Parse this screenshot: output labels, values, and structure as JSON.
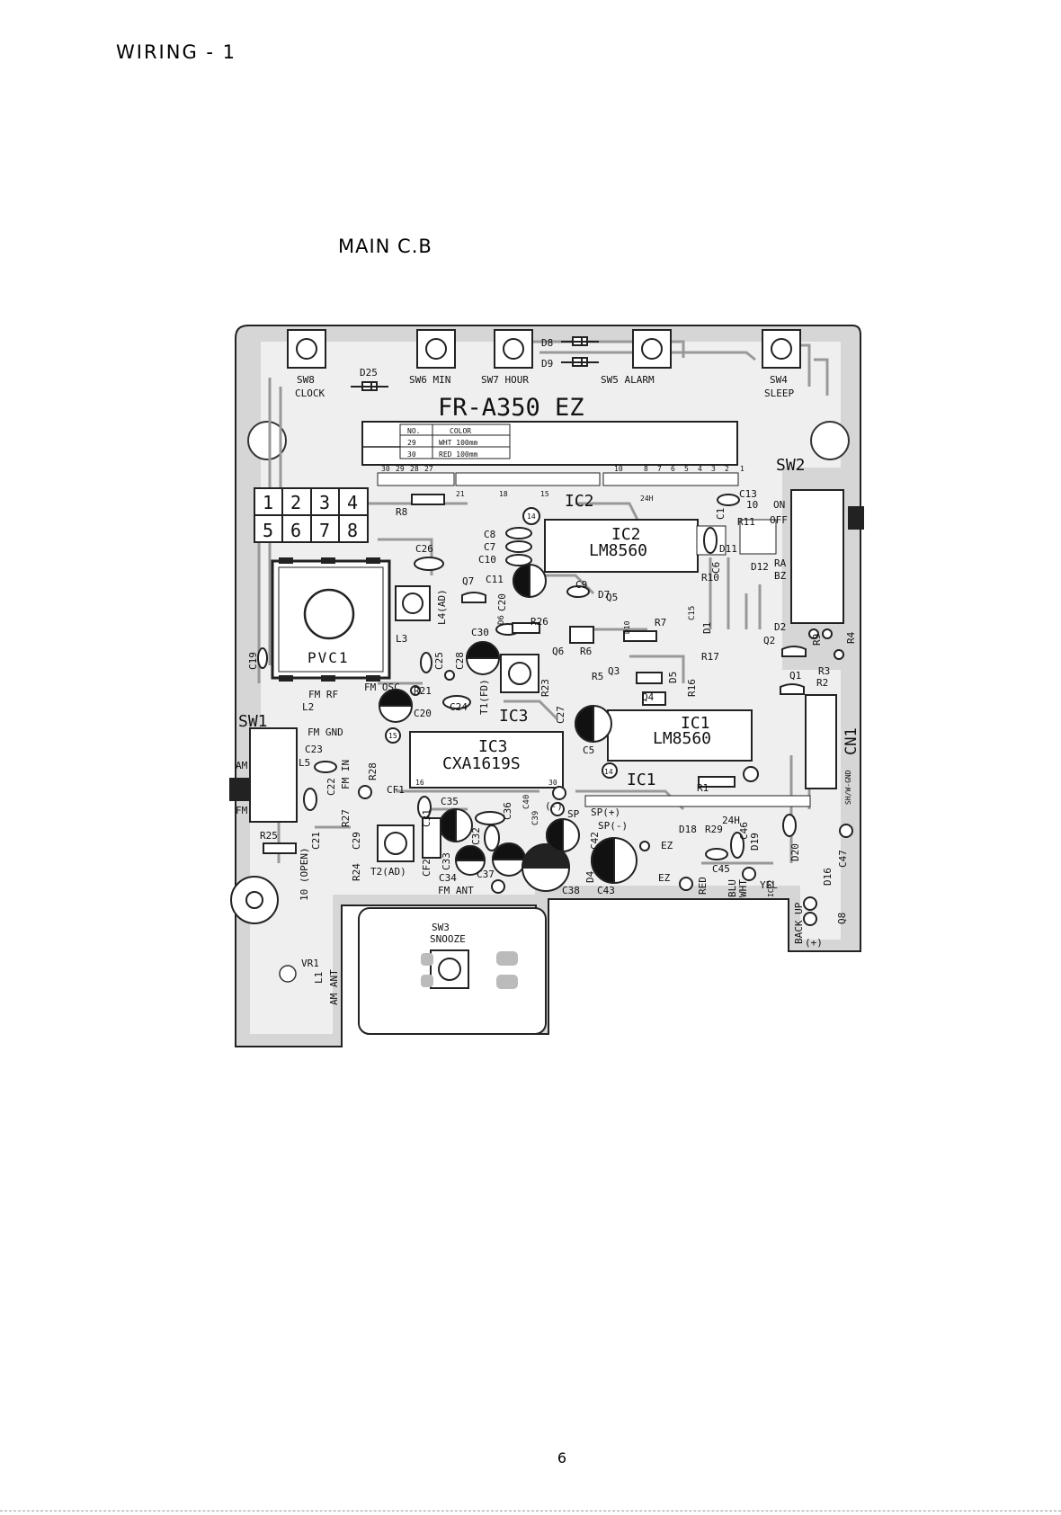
{
  "header": {
    "title": "WIRING - 1",
    "subtitle": "MAIN C.B"
  },
  "page_number": "6",
  "board": {
    "model": "FR-A350 EZ",
    "pvc_label": "PVC1",
    "table": {
      "head_no": "NO.",
      "head_color": "COLOR",
      "rows": [
        [
          "29",
          "WHT 100mm"
        ],
        [
          "30",
          "RED 100mm"
        ]
      ]
    },
    "header_pins": {
      "p30": "30",
      "p29": "29",
      "p28": "28",
      "p27": "27",
      "p21": "21",
      "p18": "18",
      "p15": "15",
      "p10": "10",
      "p8": "8",
      "p7": "7",
      "p6": "6",
      "p5": "5",
      "p4": "4",
      "p3": "3",
      "p2": "2",
      "p1": "1"
    },
    "keypad": [
      "1",
      "2",
      "3",
      "4",
      "5",
      "6",
      "7",
      "8"
    ],
    "switches": {
      "sw8": "SW8",
      "sw8b": "CLOCK",
      "sw6": "SW6 MIN",
      "sw7": "SW7 HOUR",
      "sw5": "SW5 ALARM",
      "sw4": "SW4",
      "sw4b": "SLEEP",
      "sw3": "SW3",
      "sw3b": "SNOOZE",
      "sw2": "SW2",
      "sw2_on": "ON",
      "sw2_off": "OFF",
      "sw2_ra": "RA",
      "sw2_bz": "BZ",
      "sw2_10": "10",
      "sw1": "SW1",
      "sw1_am": "AM",
      "sw1_fm": "FM"
    },
    "ics": {
      "ic2": "IC2",
      "ic2p": "LM8560",
      "ic2n": "14",
      "ic2_24h": "24H",
      "ic1": "IC1",
      "ic1p": "LM8560",
      "ic1n": "14",
      "ic3": "IC3",
      "ic3p": "CXA1619S",
      "ic3n": "15",
      "ic3n16": "16",
      "ic3n30": "30"
    },
    "labels": {
      "d25": "D25",
      "d8": "D8",
      "d9": "D9",
      "r8": "R8",
      "c26": "C26",
      "c8": "C8",
      "c7": "C7",
      "c10": "C10",
      "c11": "C11",
      "q7": "Q7",
      "l4": "L4(AD)",
      "c20b": "C20",
      "d6": "D6",
      "c30": "C30",
      "l3": "L3",
      "c19": "C19",
      "c25": "C25",
      "c28": "C28",
      "r26": "R26",
      "r21": "R21",
      "fmrf": "FM RF",
      "fmosc": "FM OSC",
      "l2": "L2",
      "c20": "C20",
      "c24": "C24",
      "t1": "T1(FD)",
      "r23": "R23",
      "c27": "C27",
      "c5": "C5",
      "q6": "Q6",
      "r6": "R6",
      "q5": "Q5",
      "r7": "R7",
      "r5": "R5",
      "q3": "Q3",
      "q4": "Q4",
      "d5": "D5",
      "r16": "R16",
      "r17": "R17",
      "r10": "R10",
      "d7": "D7",
      "c9": "C9",
      "d10": "D10",
      "d1": "D1",
      "d11": "D11",
      "r11": "R11",
      "c13": "C13",
      "c1": "C1",
      "c6": "C6",
      "d12": "D12",
      "c15": "C15",
      "d2": "D2",
      "q2": "Q2",
      "r9": "R9",
      "r4": "R4",
      "r3": "R3",
      "q1": "Q1",
      "r2": "R2",
      "cn1": "CN1",
      "shgnd": "SH/W-GND",
      "fmgnd": "FM GND",
      "c23": "C23",
      "l5": "L5",
      "c22": "C22",
      "fmin": "FM IN",
      "r28": "R28",
      "r27": "R27",
      "c29": "C29",
      "c21": "C21",
      "r24": "R24",
      "open": "10 (OPEN)",
      "r25": "R25",
      "cf1": "CF1",
      "c31": "C31",
      "cf2": "CF2",
      "t2": "T2(AD)",
      "c35": "C35",
      "c36": "C36",
      "c32": "C32",
      "c33": "C33",
      "c34": "C34",
      "fmant": "FM ANT",
      "c37": "C37",
      "c40": "C40",
      "c39": "C39",
      "c38": "C38",
      "c43": "C43",
      "d4": "D4",
      "c42": "C42",
      "sp": "SP",
      "spp": "SP(+)",
      "spm": "SP(-)",
      "ez": "EZ",
      "d18": "D18",
      "r29": "R29",
      "h24": "24H",
      "c46": "C46",
      "d19": "D19",
      "c45": "C45",
      "red": "RED",
      "blu": "BLU",
      "wht": "WHT",
      "icp2": "ICP2",
      "d20": "D20",
      "yel": "YEL",
      "c47": "C47",
      "d16": "D16",
      "backup": "BACK UP",
      "q8": "Q8",
      "vr1": "VR1",
      "l1": "L1",
      "amant": "AM ANT",
      "r1": "R1",
      "plus": "(+)",
      "minus": "(-)"
    }
  }
}
